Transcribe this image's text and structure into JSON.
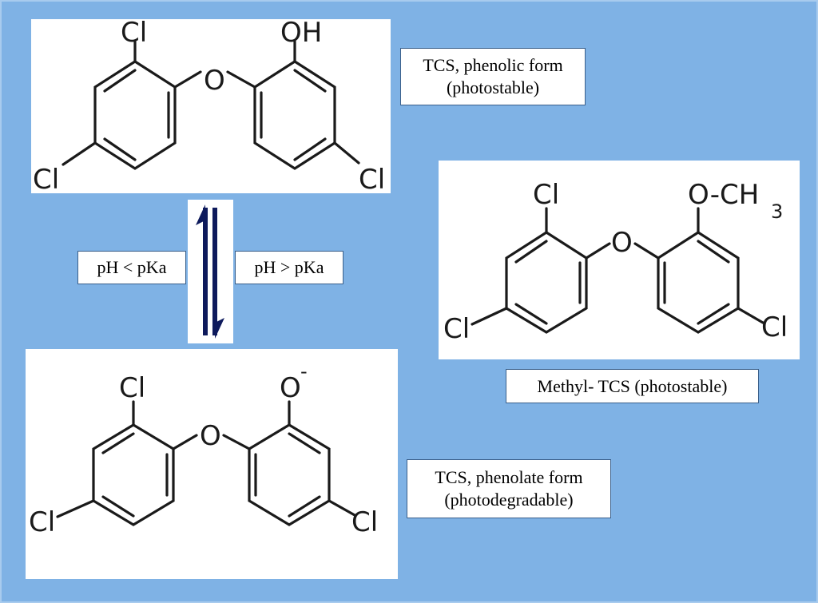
{
  "molecules": {
    "phenolic": {
      "atoms": {
        "cl_top": "Cl",
        "oh": "OH",
        "o_bridge": "O",
        "cl_left": "Cl",
        "cl_right": "Cl"
      }
    },
    "phenolate": {
      "atoms": {
        "cl_top": "Cl",
        "o_minus": "O",
        "charge": "-",
        "o_bridge": "O",
        "cl_left": "Cl",
        "cl_right": "Cl"
      }
    },
    "methyl": {
      "atoms": {
        "cl_top": "Cl",
        "och": "O-CH",
        "sub3": "3",
        "o_bridge": "O",
        "cl_left": "Cl",
        "cl_right": "Cl"
      }
    }
  },
  "labels": {
    "phenolic_line1": "TCS, phenolic form",
    "phenolic_line2": "(photostable)",
    "phenolate_line1": "TCS, phenolate form",
    "phenolate_line2": "(photodegradable)",
    "methyl": "Methyl- TCS (photostable)"
  },
  "conditions": {
    "left": "pH < pKa",
    "right": "pH > pKa"
  },
  "colors": {
    "background": "#7fb2e5",
    "arrow": "#0e1a5c"
  }
}
